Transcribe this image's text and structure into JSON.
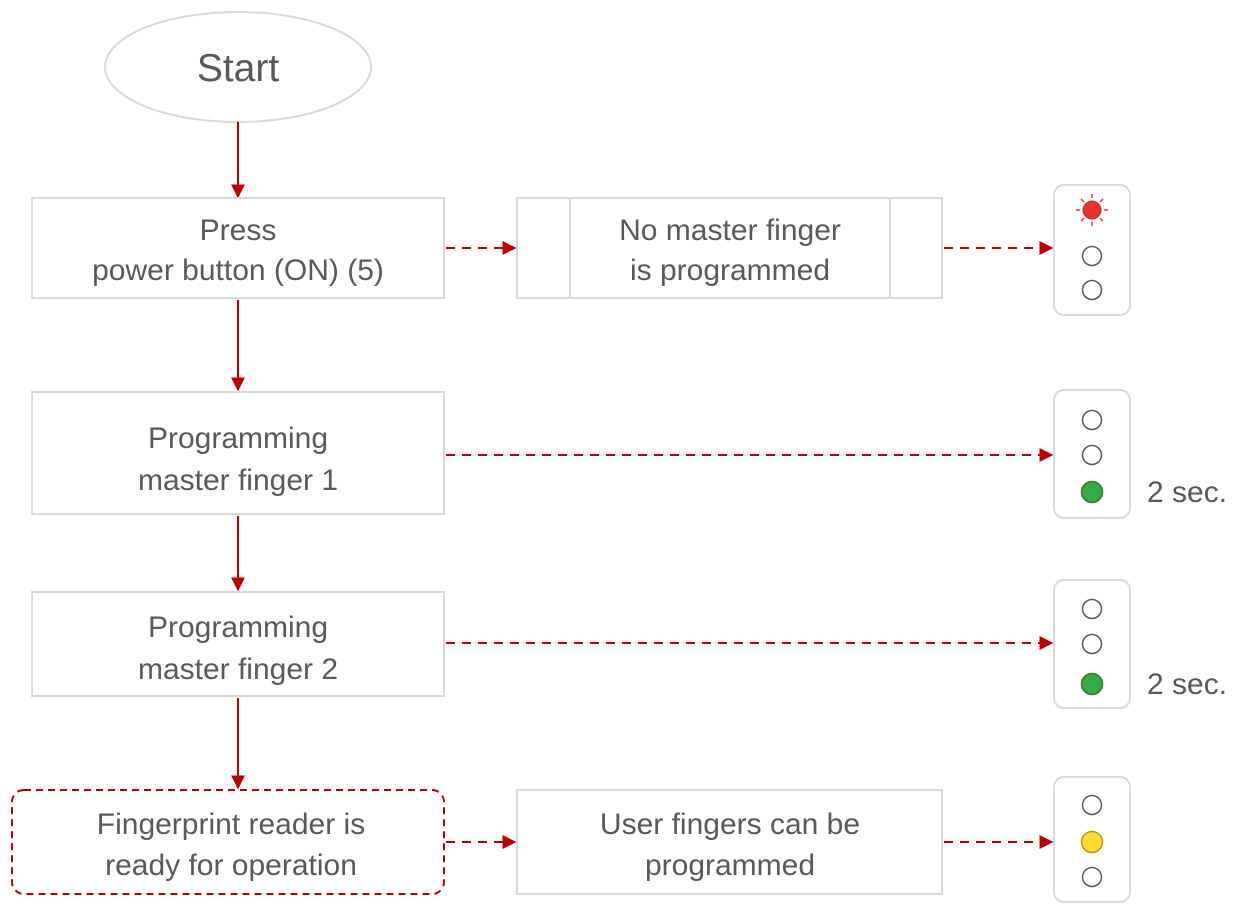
{
  "start": {
    "label": "Start"
  },
  "steps": [
    {
      "id": "power",
      "line1": "Press",
      "line2": "power button (ON) (5)"
    },
    {
      "id": "master1",
      "line1": "Programming",
      "line2": "master finger 1"
    },
    {
      "id": "master2",
      "line1": "Programming",
      "line2": "master finger 2"
    },
    {
      "id": "ready",
      "line1": "Fingerprint reader is",
      "line2": "ready for operation"
    }
  ],
  "notes": [
    {
      "id": "no-master",
      "line1": "No master finger",
      "line2": "is programmed"
    },
    {
      "id": "user-fingers",
      "line1": "User fingers can be",
      "line2": "programmed"
    }
  ],
  "indicators": [
    {
      "id": "led-1",
      "lamps": [
        "red-flashing",
        "off",
        "off"
      ],
      "duration": ""
    },
    {
      "id": "led-2",
      "lamps": [
        "off",
        "off",
        "green"
      ],
      "duration": "2 sec."
    },
    {
      "id": "led-3",
      "lamps": [
        "off",
        "off",
        "green"
      ],
      "duration": "2 sec."
    },
    {
      "id": "led-4",
      "lamps": [
        "off",
        "yellow",
        "off"
      ],
      "duration": ""
    }
  ],
  "colors": {
    "arrow": "#C00000",
    "box_border": "#D9D9D9",
    "text": "#595959",
    "red_lamp": "#E8322E",
    "green_lamp": "#3AAA48",
    "yellow_lamp": "#FFD92E"
  }
}
